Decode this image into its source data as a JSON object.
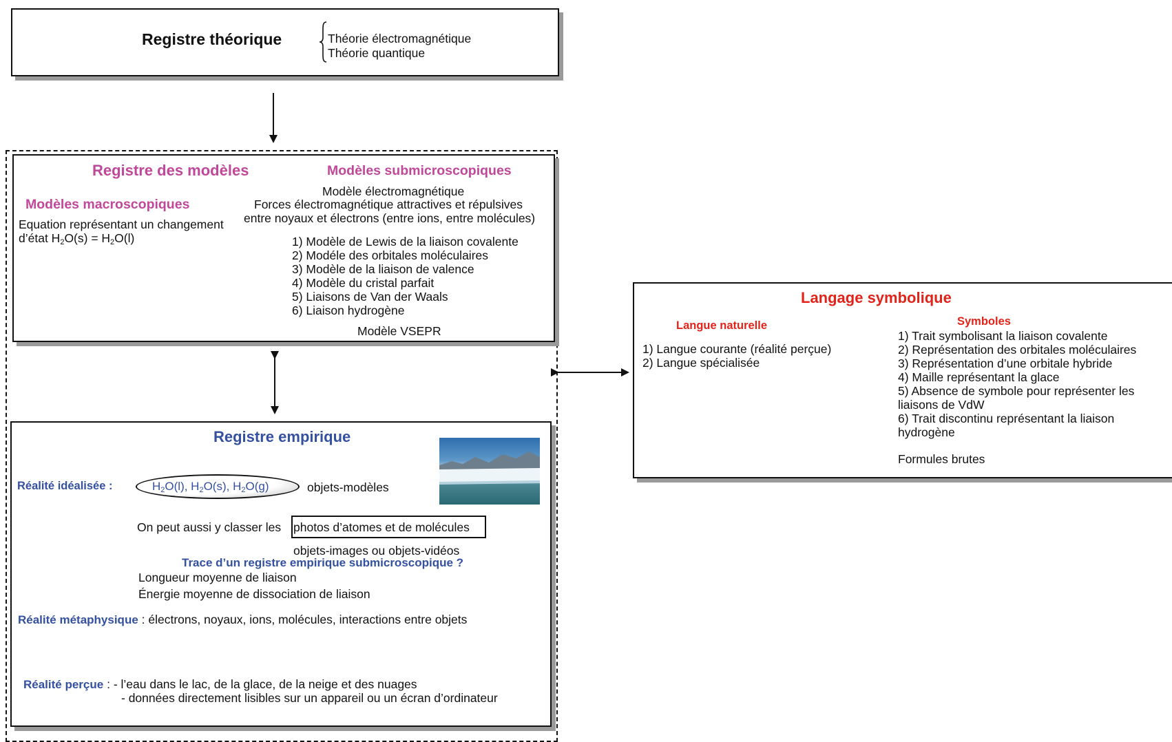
{
  "theorique": {
    "title": "Registre théorique",
    "items": [
      "Théorie électromagnétique",
      "Théorie quantique"
    ]
  },
  "modeles": {
    "title": "Registre des modèles",
    "macro": {
      "title": "Modèles macroscopiques",
      "line1": "Equation représentant un changement",
      "line2_prefix": "d’état H",
      "line2_mid1": "O(s) = H",
      "line2_suffix": "O(l)",
      "sub2": "2"
    },
    "submicro": {
      "title": "Modèles submicroscopiques",
      "line1": "Modèle électromagnétique",
      "line2": "Forces électromagnétique attractives et répulsives",
      "line3": "entre noyaux et électrons (entre ions, entre molécules)",
      "items": [
        "1) Modèle de Lewis de la liaison covalente",
        "2) Modéle des orbitales moléculaires",
        "3) Modèle de la liaison de valence",
        "4) Modèle du cristal parfait",
        "5) Liaisons de Van der Waals",
        "6) Liaison hydrogène"
      ],
      "vsepr": "Modèle VSEPR"
    }
  },
  "empirique": {
    "title": "Registre empirique",
    "realite_idealisee_label": "Réalité idéalisée :",
    "ellipse_parts": [
      "H",
      "O(l), H",
      "O(s), H",
      "O(g)"
    ],
    "sub2": "2",
    "objets_modeles": "objets-modèles",
    "classer_prefix": "On peut aussi y classer les",
    "classer_boxed": "photos d’atomes et de molécules",
    "objets_images": "objets-images ou objets-vidéos",
    "trace": "Trace d’un registre empirique submicroscopique ?",
    "longueur": "Longueur moyenne de liaison",
    "energie": "Énergie moyenne de dissociation de liaison",
    "metaphysique_label": "Réalité métaphysique",
    "metaphysique_text": " : électrons, noyaux, ions, molécules, interactions entre objets",
    "percue_label": "Réalité perçue",
    "percue_line1": " : - l’eau dans le lac, de la glace, de la neige et des nuages",
    "percue_line2": "- données directement lisibles sur un appareil ou un écran d’ordinateur"
  },
  "langage": {
    "title": "Langage symbolique",
    "langue_title": "Langue naturelle",
    "langue_items": [
      "1) Langue courante (réalité perçue)",
      "2) Langue spécialisée"
    ],
    "symboles_title": "Symboles",
    "symboles_lines": [
      "1) Trait symbolisant la liaison covalente",
      "2) Représentation des orbitales moléculaires",
      "3) Représentation d’une orbitale hybride",
      "4) Maille représentant la glace",
      "5) Absence de symbole pour représenter les",
      "liaisons de VdW",
      "6) Trait discontinu représentant la liaison",
      "hydrogène"
    ],
    "formules": "Formules brutes"
  },
  "colors": {
    "pink": "#c0489a",
    "blue": "#3450a0",
    "red": "#e2231a"
  }
}
